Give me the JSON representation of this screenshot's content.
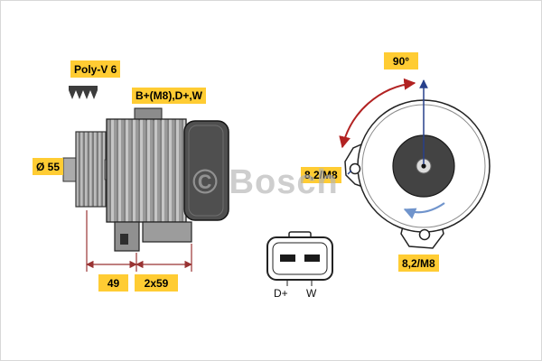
{
  "watermark": {
    "text": "© Bosch"
  },
  "colors": {
    "label_bg": "#ffcc33",
    "dimension_red": "#993333",
    "arc_red": "#b22222",
    "guide_blue": "#27408b",
    "rotation_blue": "#7094cc",
    "housing_dark": "#4f4f4f"
  },
  "side_view": {
    "belt_label": "Poly-V 6",
    "terminal_label": "B+(M8),D+,W",
    "pulley_diameter_label": "Ø 55",
    "dimension_front": "49",
    "dimension_rear": "2x59"
  },
  "rear_view": {
    "angle_label": "90°",
    "left_hole_label": "8,2/M8",
    "bottom_hole_label": "8,2/M8"
  },
  "connector": {
    "pin_left_label": "D+",
    "pin_right_label": "W"
  }
}
